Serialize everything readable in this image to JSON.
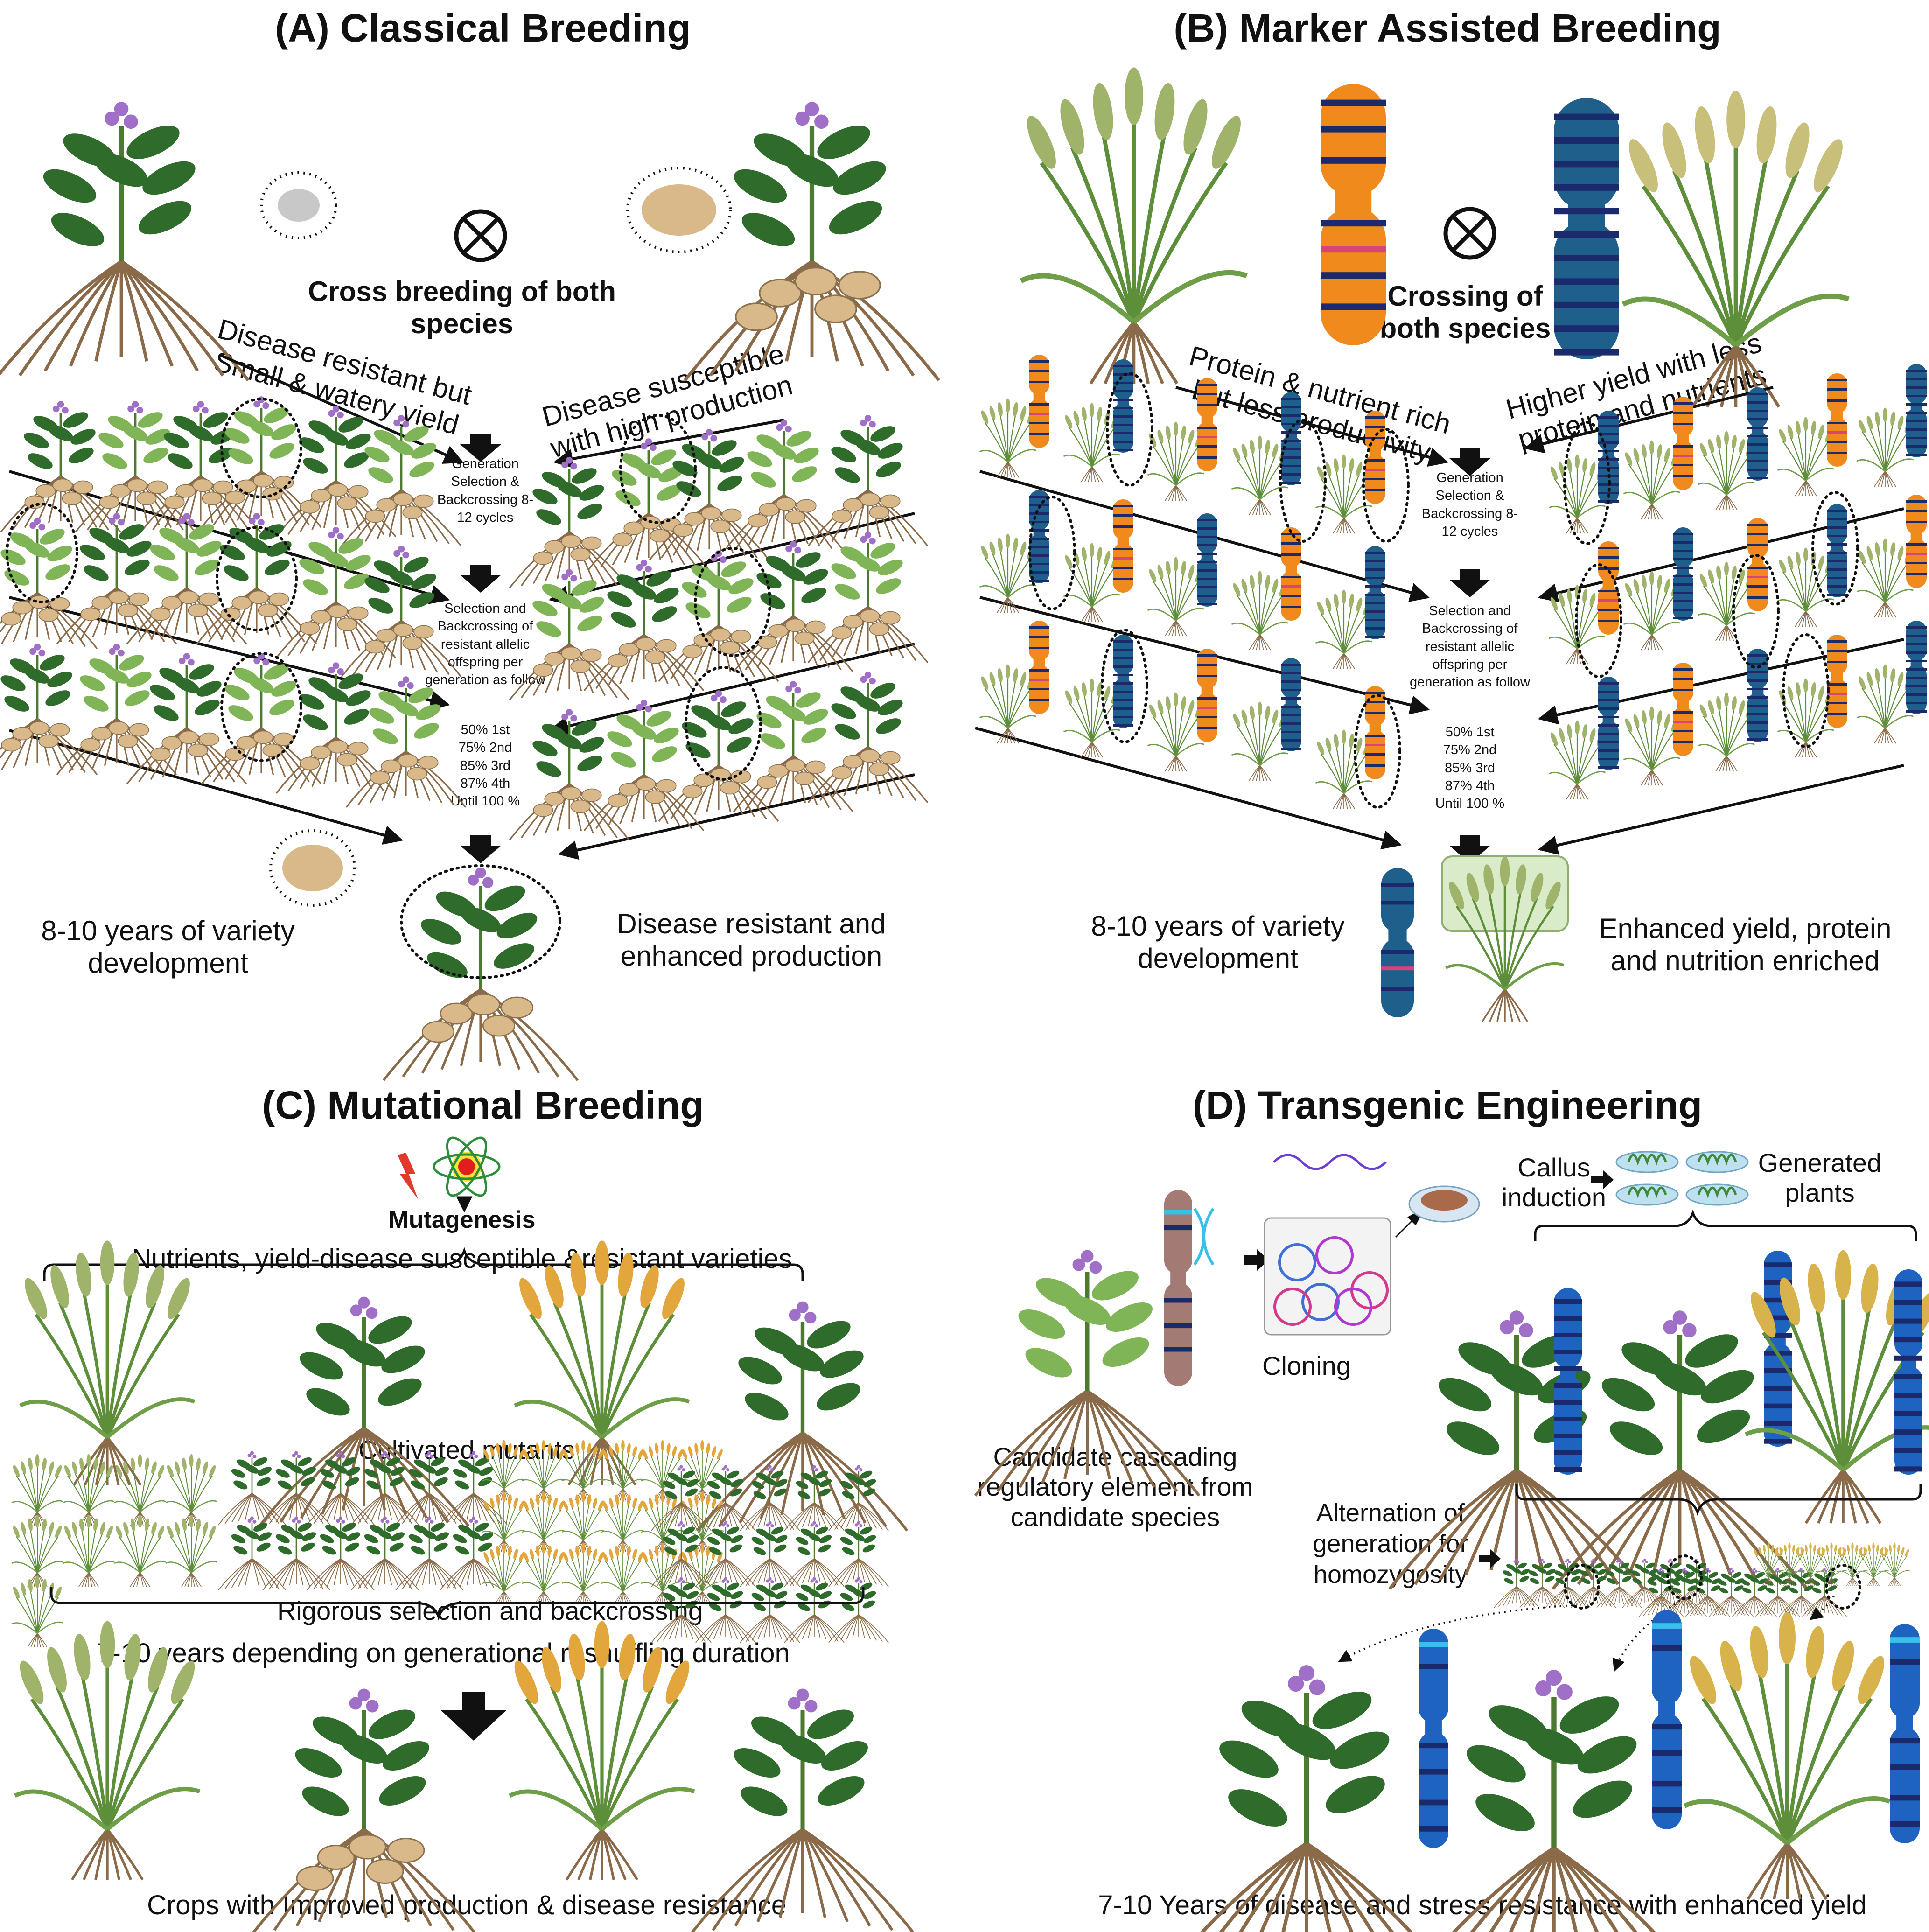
{
  "panels": {
    "a": {
      "title": "(A)  Classical Breeding",
      "cross": "Cross breeding of both species",
      "left_parent": "Disease resistant but Small & watery yield",
      "right_parent": "Disease susceptible with high production",
      "step1": "Generation Selection & Backcrossing 8-12 cycles",
      "step2_intro": "Selection and Backcrossing of resistant allelic offspring per generation as follow",
      "rates": [
        "50% 1st",
        "75% 2nd",
        "85% 3rd",
        "87% 4th",
        "Until 100 %"
      ],
      "years": "8-10 years of variety development",
      "result": "Disease resistant and enhanced production"
    },
    "b": {
      "title": "(B)  Marker Assisted Breeding",
      "cross": "Crossing of both species",
      "left_parent": "Protein & nutrient rich but less productivity",
      "right_parent": "Higher yield with less protein and nutrients",
      "step1": "Generation Selection & Backcrossing 8-12 cycles",
      "step2_intro": "Selection and Backcrossing of resistant allelic offspring per generation as follow",
      "rates": [
        "50% 1st",
        "75% 2nd",
        "85% 3rd",
        "87% 4th",
        "Until 100 %"
      ],
      "years": "8-10 years of variety development",
      "result": "Enhanced yield, protein and nutrition enriched"
    },
    "c": {
      "title": "(C)  Mutational Breeding",
      "mutagenesis": "Mutagenesis",
      "varieties": "Nutrients, yield-disease susceptible &resistant varieties",
      "cultivated": "Cultivated mutants",
      "selection": "Rigorous selection and backcrossing",
      "years": "7-10 years depending on generational reshuffling duration",
      "result": "Crops with Improved production & disease resistance"
    },
    "d": {
      "title": "(D)  Transgenic Engineering",
      "candidate": "Candidate cascading regulatory element from candidate species",
      "cloning": "Cloning",
      "callus": "Callus induction",
      "generated": "Generated plants",
      "alternation": "Alternation of generation for homozygosity",
      "result": "7-10 Years of disease and stress resistance with enhanced yield"
    }
  },
  "colors": {
    "leaf_dark": "#2f6b2a",
    "leaf_light": "#7fb556",
    "root": "#8a6a48",
    "tuber": "#d9b98a",
    "flower": "#a070c8",
    "wheat": "#9fb46a",
    "chrom_orange": "#f08a1c",
    "chrom_blue": "#1f5f8c",
    "chrom_navy": "#1a2a6c",
    "band_pink": "#d6457a",
    "cyan": "#38c0e8",
    "cotton": "#f4f4e6",
    "mustard": "#f2b51b",
    "rice": "#e2a63c"
  }
}
